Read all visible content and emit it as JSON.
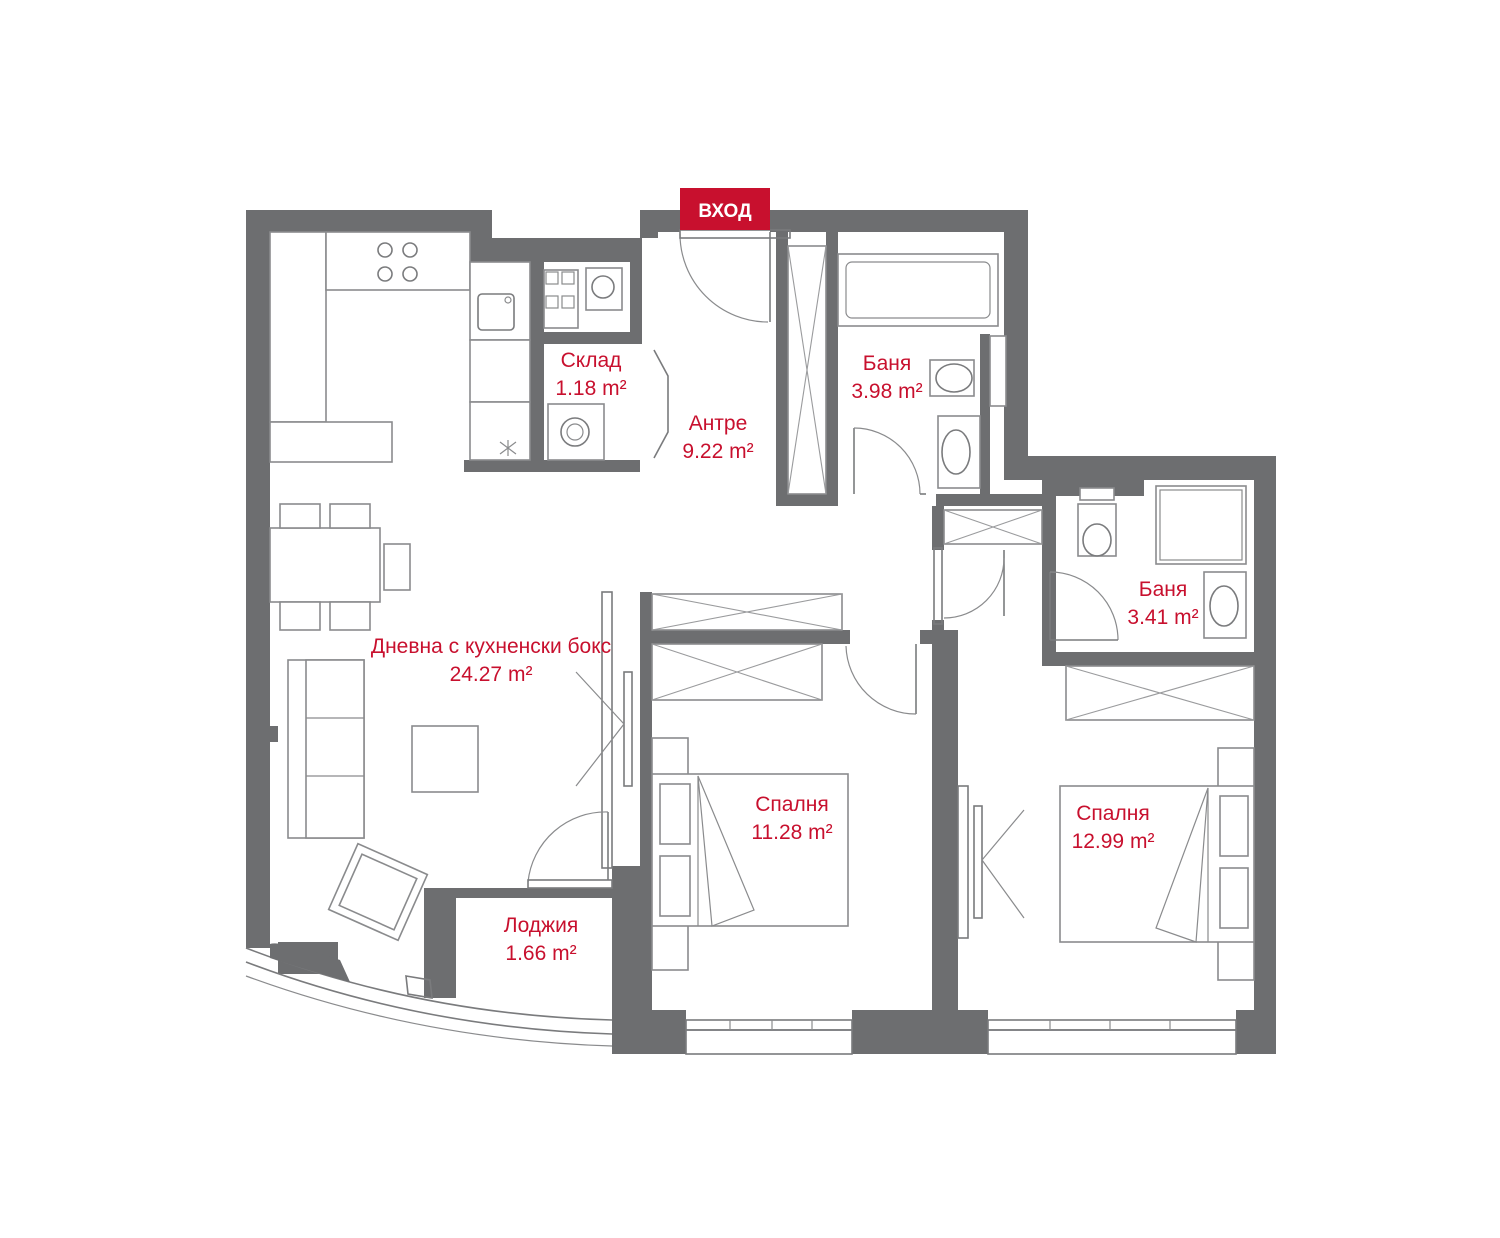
{
  "entrance": {
    "label": "ВХОД"
  },
  "brand_colors": {
    "label": "#c8102e",
    "wall": "#6d6e70"
  },
  "rooms": [
    {
      "id": "living",
      "name": "Дневна с кухненски бокс",
      "area": "24.27 m²"
    },
    {
      "id": "storage",
      "name": "Склад",
      "area": "1.18 m²"
    },
    {
      "id": "hall",
      "name": "Антре",
      "area": "9.22 m²"
    },
    {
      "id": "bath1",
      "name": "Баня",
      "area": "3.98 m²"
    },
    {
      "id": "bath2",
      "name": "Баня",
      "area": "3.41 m²"
    },
    {
      "id": "bed1",
      "name": "Спалня",
      "area": "11.28 m²"
    },
    {
      "id": "bed2",
      "name": "Спалня",
      "area": "12.99 m²"
    },
    {
      "id": "loggia",
      "name": "Лоджия",
      "area": "1.66 m²"
    }
  ]
}
